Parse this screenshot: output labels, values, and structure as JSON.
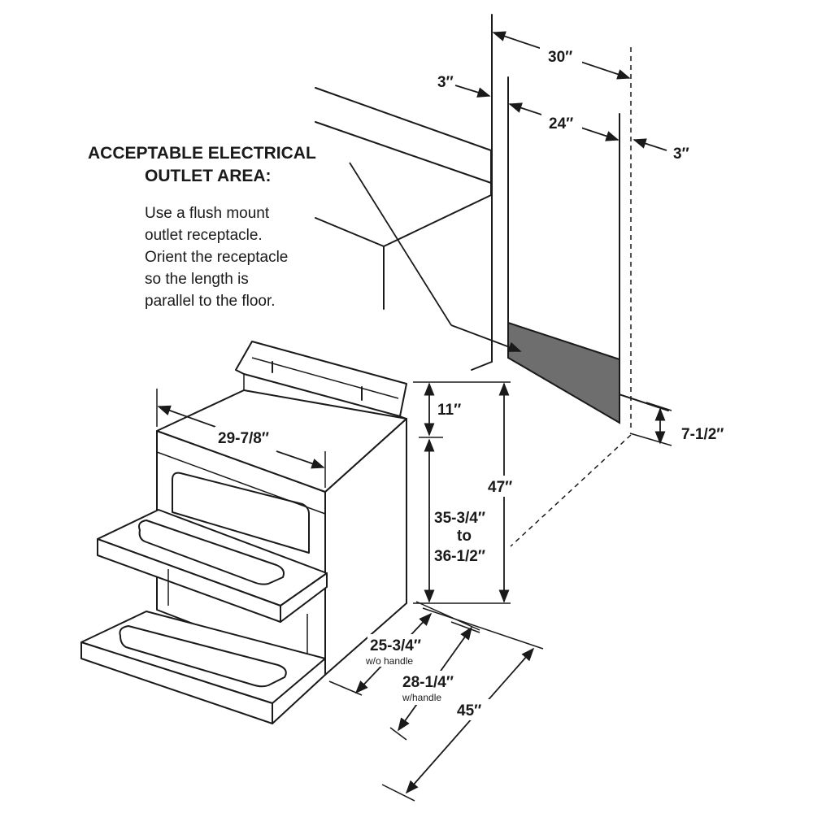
{
  "callout": {
    "title_line1": "ACCEPTABLE ELECTRICAL",
    "title_line2": "OUTLET AREA:",
    "body_lines": [
      "Use a flush mount",
      "outlet receptacle.",
      "Orient the receptacle",
      "so the length is",
      "parallel to the floor."
    ]
  },
  "dimensions": {
    "cutout_width": "30″",
    "cabinet_side_left": "3″",
    "outlet_area_width": "24″",
    "cabinet_side_right": "3″",
    "outlet_area_height": "7-1/2″",
    "range_width": "29-7/8″",
    "backguard_height": "11″",
    "overall_height": "47″",
    "cooktop_height_line1": "35-3/4″",
    "cooktop_height_line2": "to",
    "cooktop_height_line3": "36-1/2″",
    "depth_no_handle": "25-3/4″",
    "depth_no_handle_note": "w/o handle",
    "depth_with_handle": "28-1/4″",
    "depth_with_handle_note": "w/handle",
    "depth_door_open": "45″"
  },
  "colors": {
    "line": "#1a1a1a",
    "outlet_area_fill": "#6e6e6e",
    "background": "#ffffff"
  }
}
